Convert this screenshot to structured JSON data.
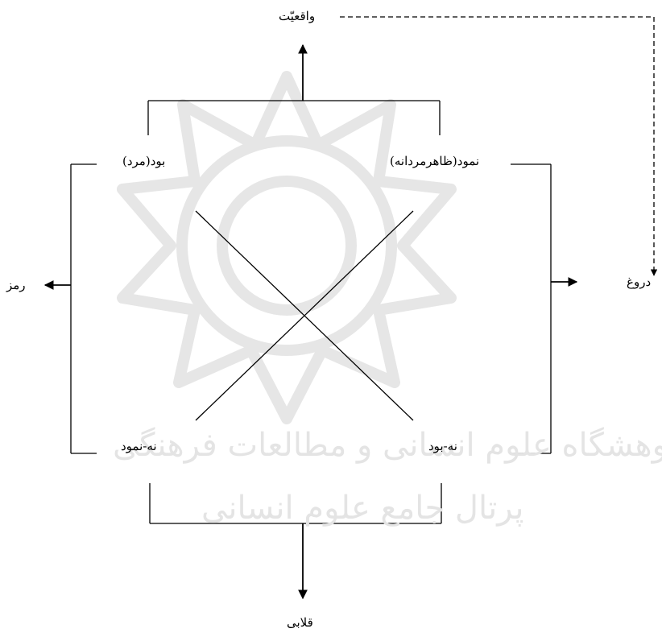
{
  "diagram": {
    "labels": {
      "reality": "واقعیّت",
      "lie": "دروغ",
      "symbol": "رمز",
      "fake": "قلابی",
      "being_man": "بود(مرد)",
      "appearance_manly": "نمود(ظاهرمردانه)",
      "non_appearance": "نه-نمود",
      "non_being": "نه-بود"
    },
    "watermark": {
      "line1": "پژوهشگاه علوم انسانی و مطالعات فرهنگی",
      "line2": "پرتال جامع علوم انسانی"
    },
    "colors": {
      "ink": "#000000",
      "watermark": "#e4e4e4"
    }
  }
}
